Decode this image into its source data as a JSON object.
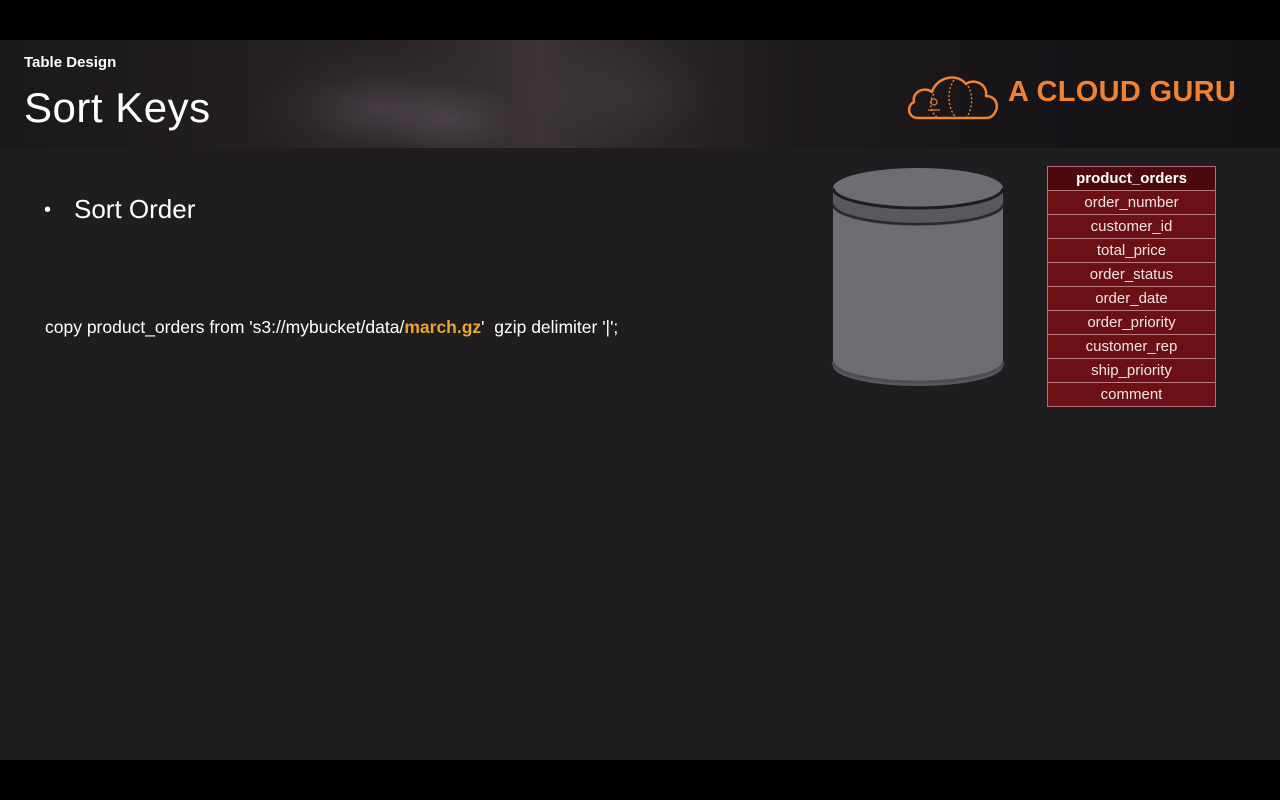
{
  "slide": {
    "section": "Table Design",
    "title": "Sort Keys",
    "logo_text": "A CLOUD GURU",
    "bullet": "Sort Order",
    "command": {
      "prefix": "copy product_orders from 's3://mybucket/data/",
      "highlight": "march.gz",
      "suffix": "'  gzip delimiter '|';"
    },
    "table": {
      "name": "product_orders",
      "columns": [
        "order_number",
        "customer_id",
        "total_price",
        "order_status",
        "order_date",
        "order_priority",
        "customer_rep",
        "ship_priority",
        "comment"
      ]
    },
    "colors": {
      "accent_orange": "#f08232",
      "highlight_gold": "#e8a62a",
      "table_bg": "#6b1116",
      "table_header_bg": "#4a0a0e",
      "slide_bg": "#1f1d20"
    },
    "icons": [
      "cloud-logo-icon",
      "database-cylinder-icon"
    ]
  }
}
